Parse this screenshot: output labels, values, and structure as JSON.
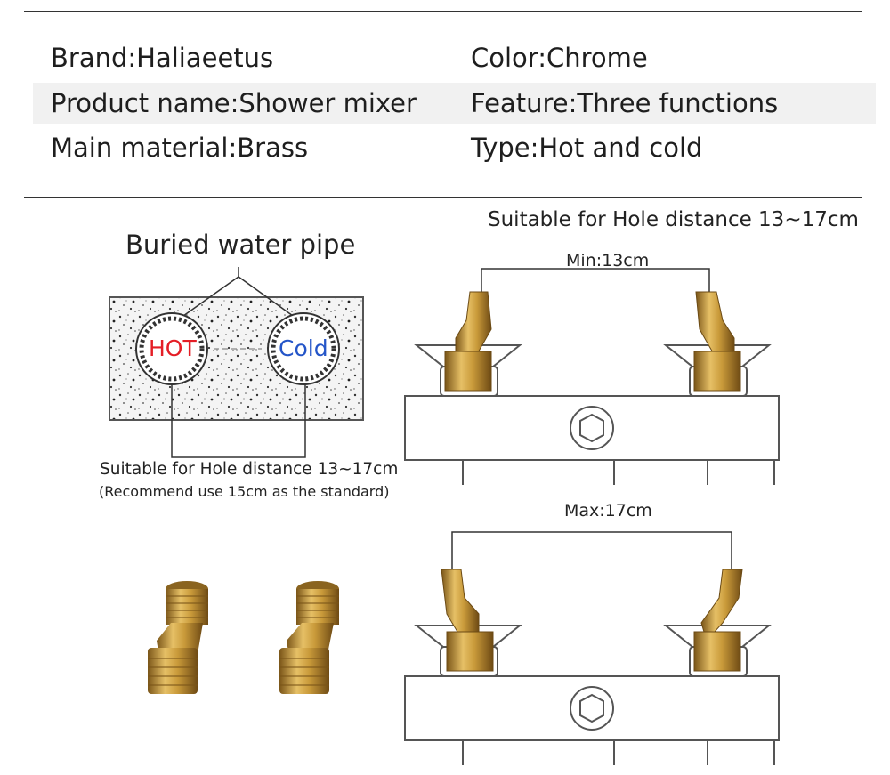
{
  "specs": {
    "brand": "Brand:Haliaeetus",
    "color": "Color:Chrome",
    "product_name": "Product name:Shower mixer",
    "feature": "Feature:Three functions",
    "material": "Main material:Brass",
    "type": "Type:Hot and cold"
  },
  "pipe_diagram": {
    "title": "Buried water pipe",
    "hot_label": "HOT",
    "cold_label": "Cold",
    "note": "Suitable for Hole distance 13~17cm",
    "recommend": "(Recommend use 15cm as the standard)"
  },
  "mixer_diagram": {
    "title": "Suitable for Hole distance 13~17cm",
    "min_label": "Min:13cm",
    "max_label": "Max:17cm"
  },
  "colors": {
    "hot": "#e41e26",
    "cold": "#2455c8",
    "brass": "#c9a24a"
  }
}
